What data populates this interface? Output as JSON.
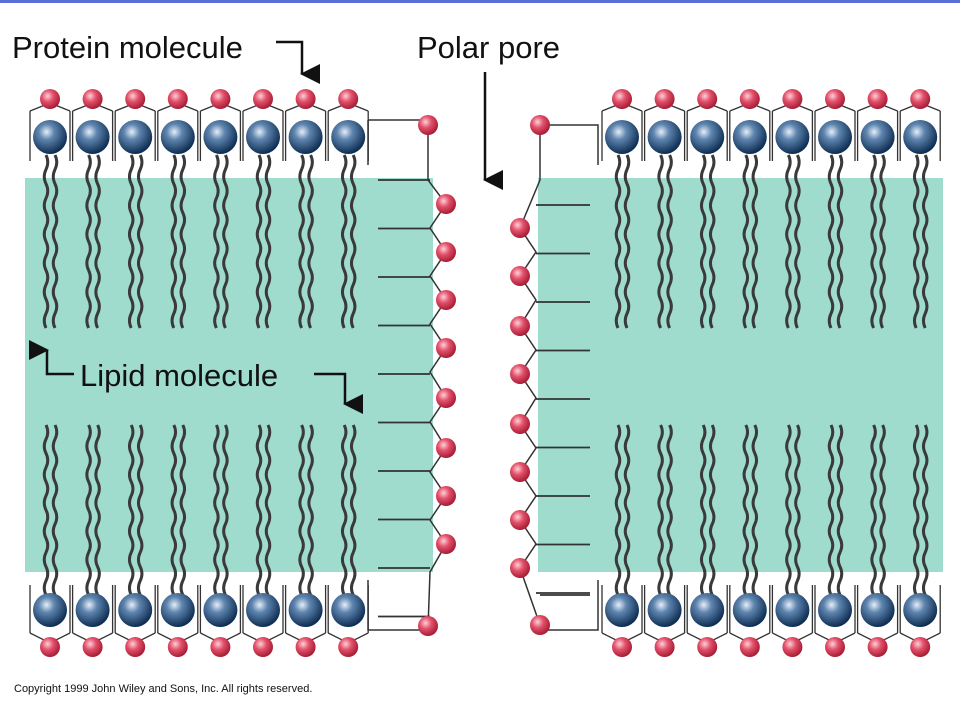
{
  "labels": {
    "protein": "Protein molecule",
    "pore": "Polar pore",
    "lipid": "Lipid molecule",
    "copyright": "Copyright 1999 John Wiley and Sons, Inc. All rights reserved."
  },
  "colors": {
    "membrane": "#9fdccd",
    "head_blue": "#1f4a7a",
    "head_red": "#d8344e",
    "line": "#333333",
    "top_border": "#5a6fd6"
  },
  "diagram": {
    "left_lipids_per_row": 8,
    "right_lipids_per_row": 8,
    "pore_ticks": 9
  }
}
